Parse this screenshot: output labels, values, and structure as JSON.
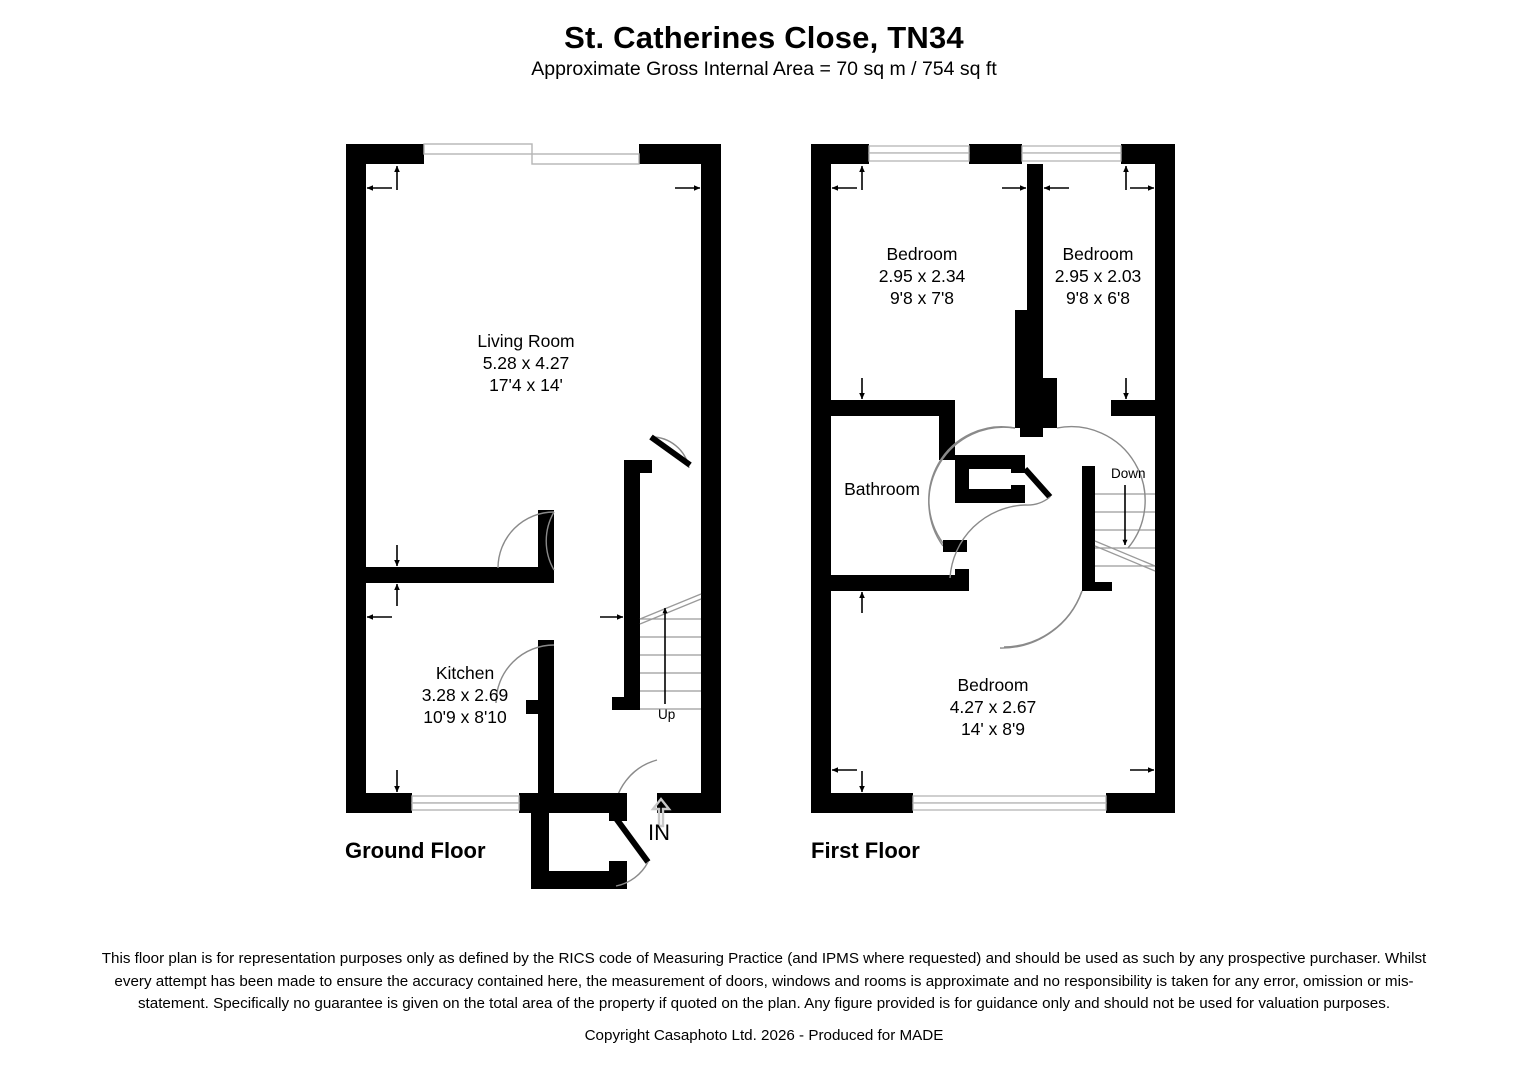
{
  "header": {
    "title": "St. Catherines Close, TN34",
    "subtitle": "Approximate Gross Internal Area = 70 sq m / 754 sq ft"
  },
  "floors": [
    {
      "id": "ground",
      "label": "Ground Floor",
      "rooms": [
        {
          "name": "Living Room",
          "metric": "5.28 x 4.27",
          "imperial": "17'4 x 14'"
        },
        {
          "name": "Kitchen",
          "metric": "3.28 x 2.69",
          "imperial": "10'9 x 8'10"
        }
      ],
      "stair_marker": "Up",
      "entry_marker": "IN"
    },
    {
      "id": "first",
      "label": "First Floor",
      "rooms": [
        {
          "name": "Bedroom",
          "metric": "2.95 x 2.34",
          "imperial": "9'8 x 7'8"
        },
        {
          "name": "Bedroom",
          "metric": "2.95 x 2.03",
          "imperial": "9'8 x 6'8"
        },
        {
          "name": "Bathroom",
          "metric": "",
          "imperial": ""
        },
        {
          "name": "Bedroom",
          "metric": "4.27 x 2.67",
          "imperial": "14' x 8'9"
        }
      ],
      "stair_marker": "Down"
    }
  ],
  "footer": {
    "disclaimer": "This floor plan is for representation purposes only as defined by the RICS code of Measuring Practice (and IPMS where requested) and should be used as such by any prospective purchaser. Whilst every attempt has been made to ensure the accuracy contained here, the measurement of doors, windows and rooms is approximate and no responsibility is taken for any error, omission or mis-statement. Specifically no guarantee is given on the total area of the property if quoted on the plan. Any figure provided is for guidance only and should not be used for valuation purposes.",
    "copyright": "Copyright Casaphoto Ltd. 2026 - Produced for MADE"
  },
  "colors": {
    "wall": "#000000",
    "background": "#ffffff",
    "text": "#000000",
    "stair_line": "#9a9a9a",
    "entry_arrow": "#c8c8c8"
  }
}
